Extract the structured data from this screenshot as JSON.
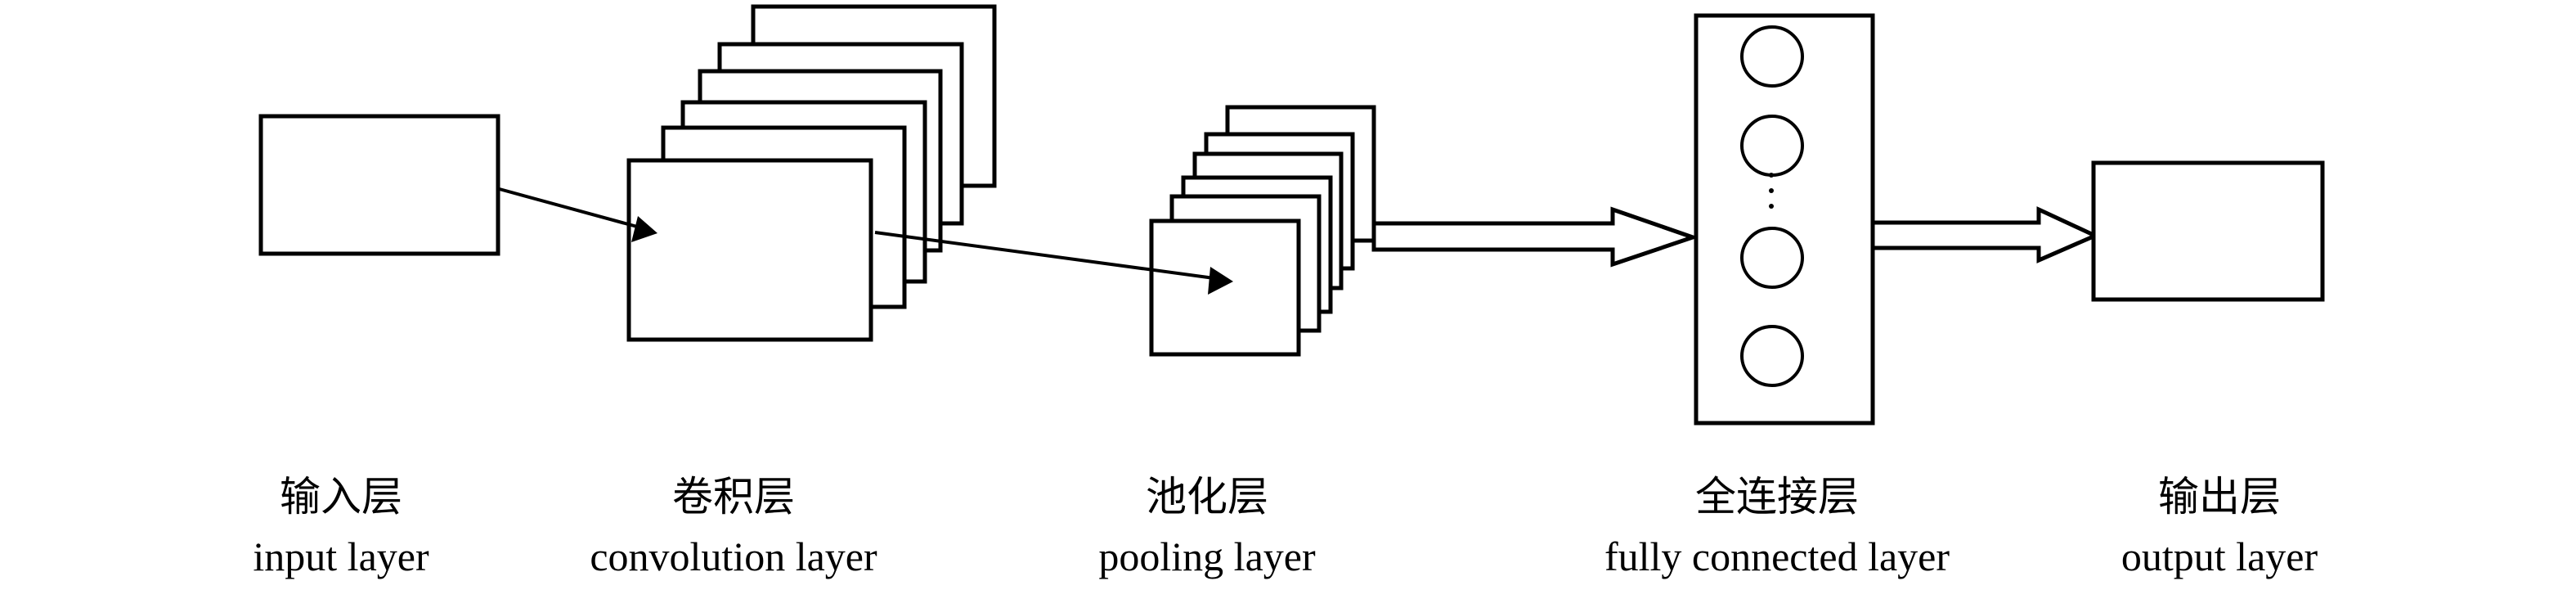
{
  "layers": [
    {
      "zh": "输入层",
      "en": "input layer"
    },
    {
      "zh": "卷积层",
      "en": "convolution layer"
    },
    {
      "zh": "池化层",
      "en": "pooling layer"
    },
    {
      "zh": "全连接层",
      "en": "fully connected layer"
    },
    {
      "zh": "输出层",
      "en": "output layer"
    }
  ],
  "colors": {
    "stroke": "#000000",
    "fill": "#ffffff"
  }
}
